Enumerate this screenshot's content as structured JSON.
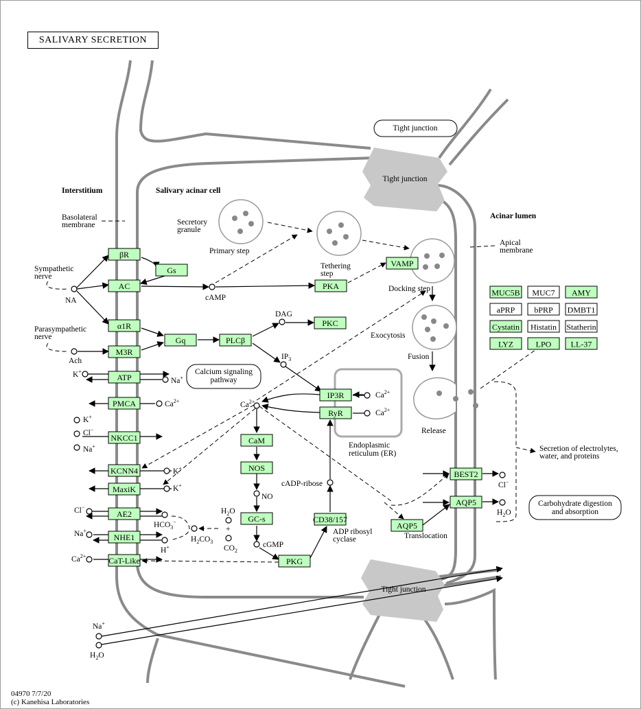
{
  "title": "SALIVARY SECRETION",
  "footer": {
    "id_date": "04970 7/7/20",
    "copyright": "(c) Kanehisa Laboratories"
  },
  "regions": {
    "interstitium": "Interstitium",
    "acinar_cell": "Salivary acinar cell",
    "acinar_lumen": "Acinar lumen",
    "basolateral": [
      "Basolateral",
      "membrane"
    ],
    "apical": [
      "Apical",
      "membrane"
    ]
  },
  "genes": {
    "bR": "βR",
    "Gs": "Gs",
    "AC": "AC",
    "a1R": "α1R",
    "Gq": "Gq",
    "M3R": "M3R",
    "PLCb": "PLCβ",
    "PKC": "PKC",
    "PKA": "PKA",
    "VAMP": "VAMP",
    "ATP": "ATP",
    "PMCA": "PMCA",
    "NKCC1": "NKCC1",
    "KCNN4": "KCNN4",
    "MaxiK": "MaxiK",
    "AE2": "AE2",
    "NHE1": "NHE1",
    "CaT": "CaT-Like",
    "IP3R": "IP3R",
    "RyR": "RyR",
    "CaM": "CaM",
    "NOS": "NOS",
    "GCs": "GC-s",
    "PKG": "PKG",
    "CD38": "CD38/157",
    "BEST2": "BEST2",
    "AQP5a": "AQP5",
    "AQP5b": "AQP5"
  },
  "secreted_proteins": [
    {
      "label": "MUC5B",
      "green": true
    },
    {
      "label": "MUC7",
      "green": false
    },
    {
      "label": "AMY",
      "green": true
    },
    {
      "label": "aPRP",
      "green": false
    },
    {
      "label": "bPRP",
      "green": false
    },
    {
      "label": "DMBT1",
      "green": false
    },
    {
      "label": "Cystatin",
      "green": true
    },
    {
      "label": "Histatin",
      "green": false
    },
    {
      "label": "Statherin",
      "green": false
    },
    {
      "label": "LYZ",
      "green": true
    },
    {
      "label": "LPO",
      "green": true
    },
    {
      "label": "LL-37",
      "green": true
    }
  ],
  "pathway_links": {
    "tight_junction_top": "Tight junction",
    "calcium": [
      "Calcium signaling",
      "pathway"
    ],
    "carbohydrate": [
      "Carbohydrate digestion",
      "and absorption"
    ]
  },
  "labels": {
    "tight_junction": "Tight junction",
    "sympathetic": [
      "Sympathetic",
      "nerve"
    ],
    "parasympathetic": [
      "Parasympathetic",
      "nerve"
    ],
    "NA": "NA",
    "Ach": "Ach",
    "cAMP": "cAMP",
    "DAG": "DAG",
    "IP3": "IP",
    "secretory_granule": [
      "Secretory",
      "granule"
    ],
    "primary_step": "Primary step",
    "tethering": [
      "Tethering",
      "step"
    ],
    "docking": "Docking step",
    "exocytosis": "Exocytosis",
    "fusion": "Fusion",
    "release": "Release",
    "er": [
      "Endoplasmic",
      "reticulum (ER)"
    ],
    "cadpr": "cADP-ribose",
    "adp_cyclase": [
      "ADP ribosyl",
      "cyclase"
    ],
    "no": "NO",
    "cgmp": "cGMP",
    "translocation": "Translocation",
    "secretion": [
      "Secretion of electrolytes,",
      "water, and proteins"
    ]
  },
  "ions": {
    "K": "K",
    "Na": "Na",
    "Ca": "Ca",
    "Cl": "Cl",
    "H": "H",
    "HCO3": "HCO",
    "H2CO3": "H",
    "H2O": "H",
    "CO2": "CO",
    "plus": "+"
  }
}
